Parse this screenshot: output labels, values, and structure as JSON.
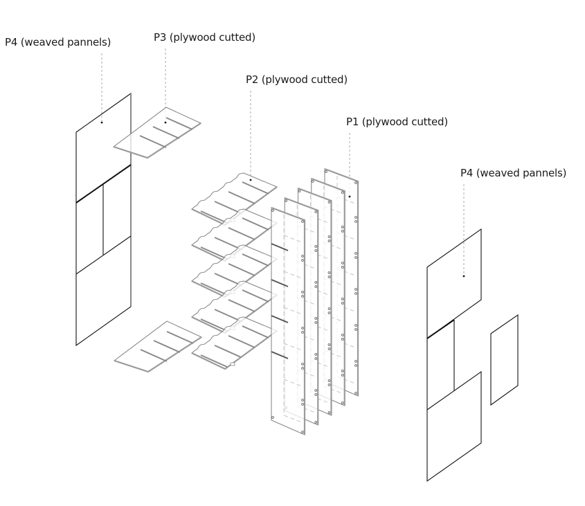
{
  "diagram": {
    "type": "exploded-axonometric",
    "labels": [
      {
        "id": "p4-left",
        "text": "P4 (weaved pannels)"
      },
      {
        "id": "p3",
        "text": "P3 (plywood cutted)"
      },
      {
        "id": "p2",
        "text": "P2 (plywood cutted)"
      },
      {
        "id": "p1",
        "text": "P1 (plywood cutted)"
      },
      {
        "id": "p4-right",
        "text": "P4 (weaved pannels)"
      }
    ],
    "components": {
      "p4_left": {
        "name": "P4 weaved panels (left)",
        "subdivisions": 3
      },
      "p3": {
        "name": "P3 plywood plates",
        "count": 2,
        "slots_per_plate": 3
      },
      "p2": {
        "name": "P2 plywood notched plates",
        "count": 5,
        "slots_per_plate": 4
      },
      "p1": {
        "name": "P1 plywood vertical panels",
        "count": 5
      },
      "p4_right": {
        "name": "P4 weaved panels (right)",
        "pieces": 4
      }
    },
    "colors": {
      "line": "#111111",
      "plywood": "#8a8a8a",
      "leader": "#a8a8a8",
      "background": "#ffffff"
    }
  }
}
